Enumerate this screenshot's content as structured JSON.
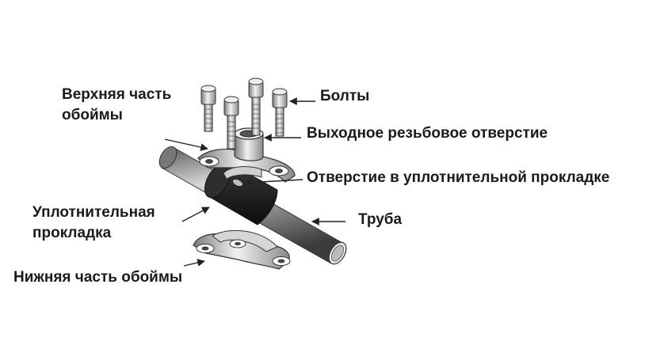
{
  "labels": {
    "upper_clamp_line1": "Верхняя часть",
    "upper_clamp_line2": "обоймы",
    "bolts": "Болты",
    "outlet": "Выходное резьбовое отверстие",
    "gasket_hole": "Отверстие в уплотнительной прокладке",
    "gasket_line1": "Уплотнительная",
    "gasket_line2": "прокладка",
    "pipe": "Труба",
    "lower_clamp": "Нижняя часть обоймы"
  }
}
